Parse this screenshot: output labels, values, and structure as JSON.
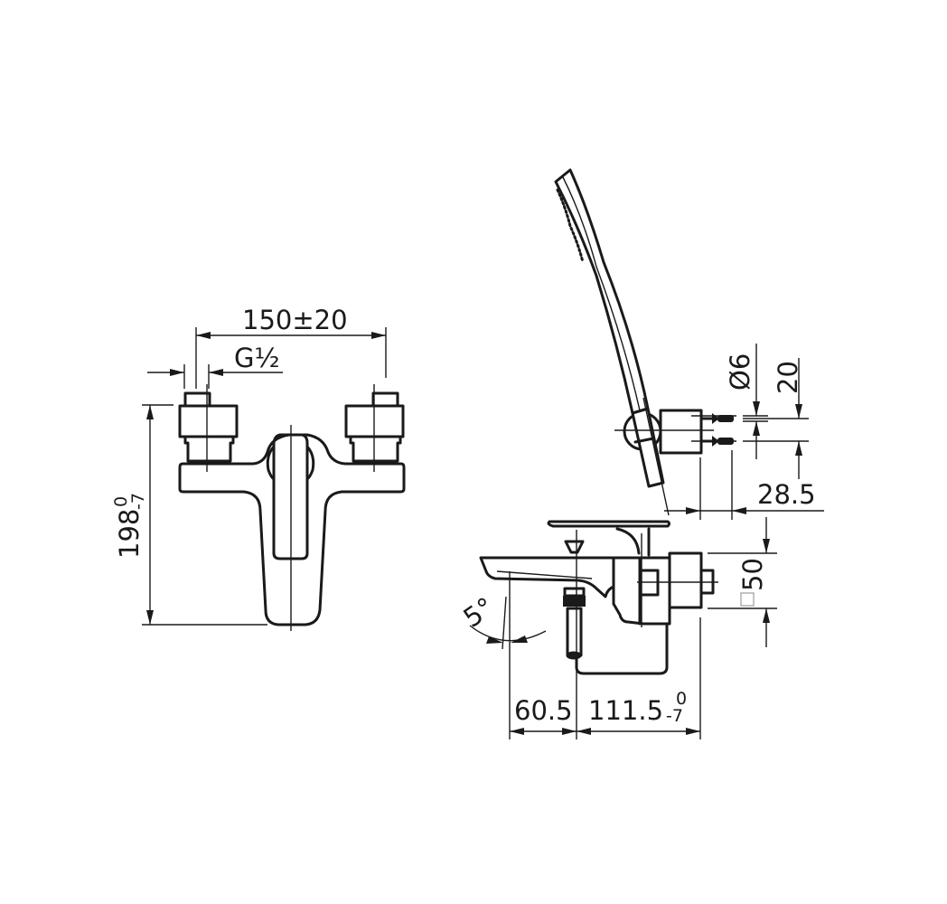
{
  "drawing": {
    "front_view": {
      "dimensions": {
        "inlet_spacing": "150±20",
        "inlet_thread": "G½",
        "height_main": "198",
        "height_tol_upper": "0",
        "height_tol_lower": "-7"
      }
    },
    "side_view": {
      "dimensions": {
        "hose_diameter": "Ø6",
        "holder_spacing": "20",
        "holder_depth": "28.5",
        "body_square": "50",
        "body_square_symbol": "□",
        "spout_angle": "5°",
        "spout_projection": "60.5",
        "body_projection": "111.5",
        "body_tol_upper": "0",
        "body_tol_lower": "-7"
      }
    }
  }
}
